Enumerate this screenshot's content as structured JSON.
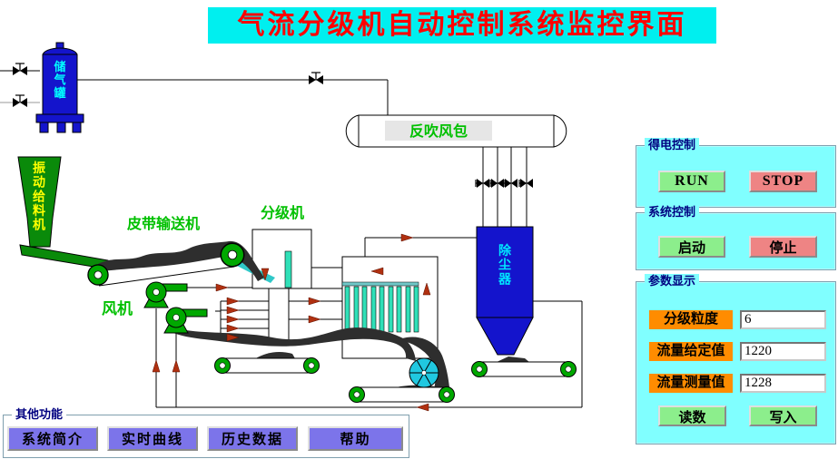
{
  "title": "气流分级机自动控制系统监控界面",
  "diagram": {
    "equipment": {
      "storage_tank": "储气罐",
      "vibrating_feeder": "振动给料机",
      "belt_conveyor": "皮带输送机",
      "classifier": "分级机",
      "fan": "风机",
      "blowback_air_bag": "反吹风包",
      "dust_collector": "除尘器"
    }
  },
  "power_control": {
    "group_label": "得电控制",
    "run_label": "RUN",
    "stop_label": "STOP"
  },
  "system_control": {
    "group_label": "系统控制",
    "start_label": "启动",
    "stop_label": "停止"
  },
  "parameters": {
    "group_label": "参数显示",
    "fields": [
      {
        "label": "分级粒度",
        "value": "6"
      },
      {
        "label": "流量给定值",
        "value": "1220"
      },
      {
        "label": "流量测量值",
        "value": "1228"
      }
    ],
    "read_label": "读数",
    "write_label": "写入"
  },
  "other_functions": {
    "group_label": "其他功能",
    "buttons": [
      {
        "label": "系统简介"
      },
      {
        "label": "实时曲线"
      },
      {
        "label": "历史数据"
      },
      {
        "label": "帮助"
      }
    ]
  },
  "colors": {
    "title_bg": "#00EFEF",
    "title_text": "#FF0000",
    "panel_bg": "#80FFFF",
    "group_label_text": "#000080",
    "run_button_bg": "#8CEE8C",
    "stop_button_bg": "#EE8484",
    "param_label_bg": "#FF8C00",
    "function_button_bg": "#7C74EA",
    "tank_blue": "#1414CC",
    "hopper_green": "#0A8A0A",
    "equipment_label_green": "#00C000",
    "tank_text_cyan": "#00FFFF",
    "feeder_text_yellow": "#FFFF00",
    "classifier_bar_fill": "#30E0B8",
    "rotary_valve_fill": "#20C8E0",
    "arrow_fill": "#B03010"
  }
}
